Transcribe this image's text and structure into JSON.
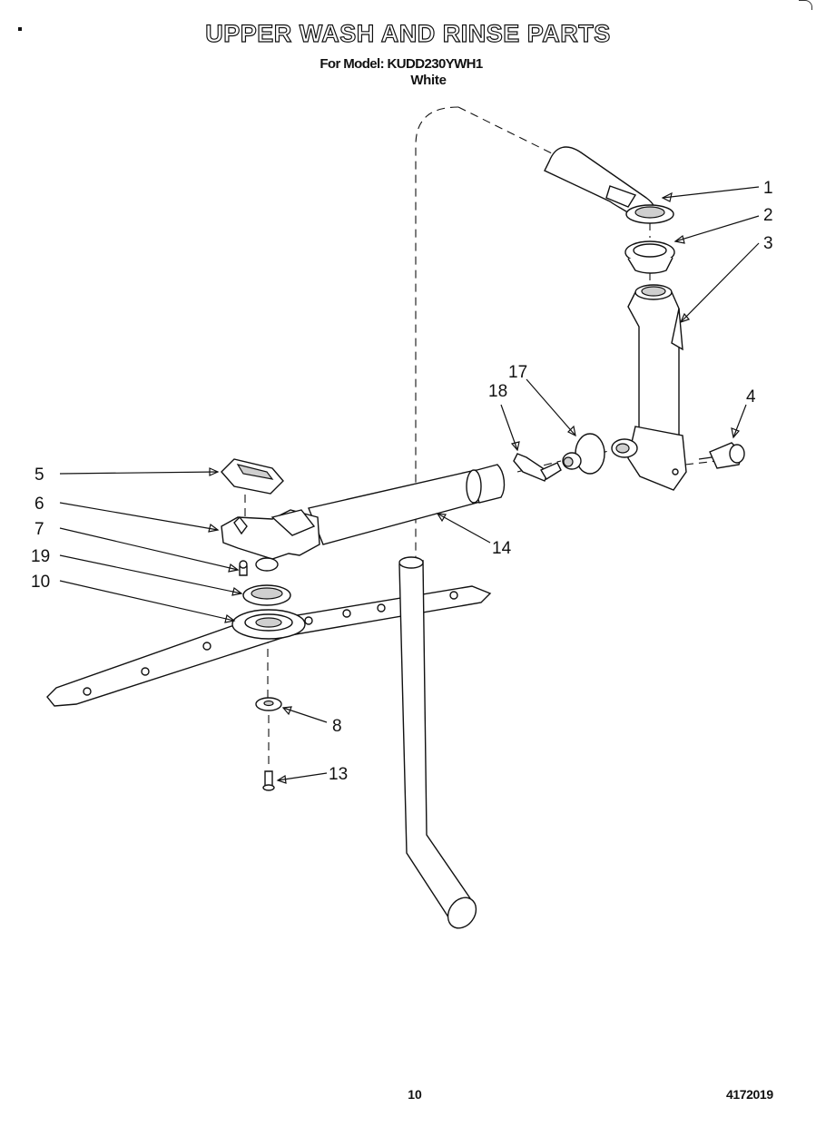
{
  "header": {
    "title": "UPPER WASH AND RINSE PARTS",
    "model_line": "For Model: KUDD230YWH1",
    "color_line": "White"
  },
  "footer": {
    "page_number": "10",
    "document_number": "4172019"
  },
  "callouts": [
    {
      "id": "c1",
      "label": "1"
    },
    {
      "id": "c2",
      "label": "2"
    },
    {
      "id": "c3",
      "label": "3"
    },
    {
      "id": "c4",
      "label": "4"
    },
    {
      "id": "c5",
      "label": "5"
    },
    {
      "id": "c6",
      "label": "6"
    },
    {
      "id": "c7",
      "label": "7"
    },
    {
      "id": "c19",
      "label": "19"
    },
    {
      "id": "c10",
      "label": "10"
    },
    {
      "id": "c8",
      "label": "8"
    },
    {
      "id": "c13",
      "label": "13"
    },
    {
      "id": "c14",
      "label": "14"
    },
    {
      "id": "c17",
      "label": "17"
    },
    {
      "id": "c18",
      "label": "18"
    }
  ]
}
